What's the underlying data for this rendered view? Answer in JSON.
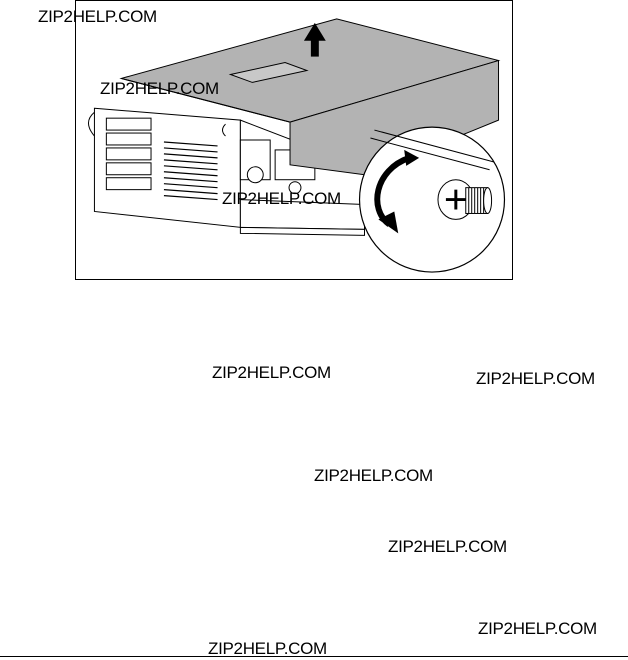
{
  "watermarks": [
    "ZIP2HELP.COM",
    "ZIP2HELP.COM",
    "ZIP2HELP.COM",
    "ZIP2HELP.COM",
    "ZIP2HELP.COM",
    "ZIP2HELP.COM",
    "ZIP2HELP.COM",
    "ZIP2HELP.COM",
    "ZIP2HELP.COM"
  ],
  "figure": {
    "subject": "server chassis with top cover being lifted off",
    "icons": [
      "up-arrow-icon",
      "rotate-counterclockwise-icon",
      "thumbscrew-icon"
    ]
  },
  "colors": {
    "ink": "#000000",
    "cover_gray": "#b3b3b3",
    "background": "#ffffff"
  }
}
